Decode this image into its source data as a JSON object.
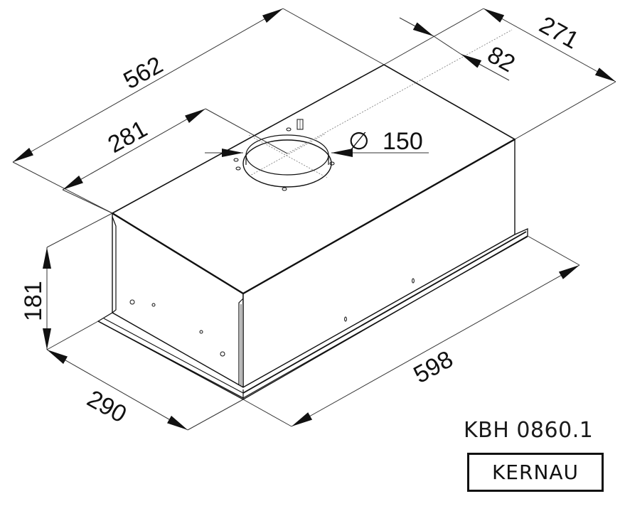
{
  "product": {
    "model": "KBH 0860.1",
    "brand": "KERNAU"
  },
  "dimensions": {
    "overall_depth_top": "562",
    "duct_offset_width": "281",
    "depth": "271",
    "duct_offset_depth": "82",
    "duct_diameter_symbol": "∅",
    "duct_diameter": "150",
    "height": "181",
    "width_side": "290",
    "length": "598"
  },
  "colors": {
    "line": "#111111",
    "thin_line": "#333333",
    "background": "#ffffff"
  }
}
